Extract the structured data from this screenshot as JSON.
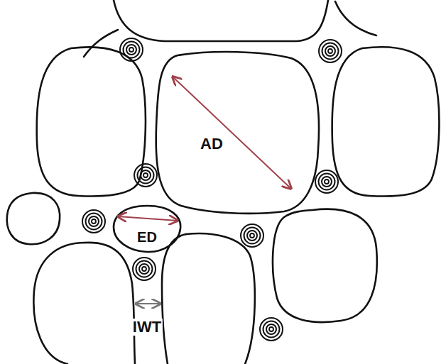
{
  "diagram": {
    "labels": [
      "AD",
      "ED",
      "IWT"
    ]
  }
}
